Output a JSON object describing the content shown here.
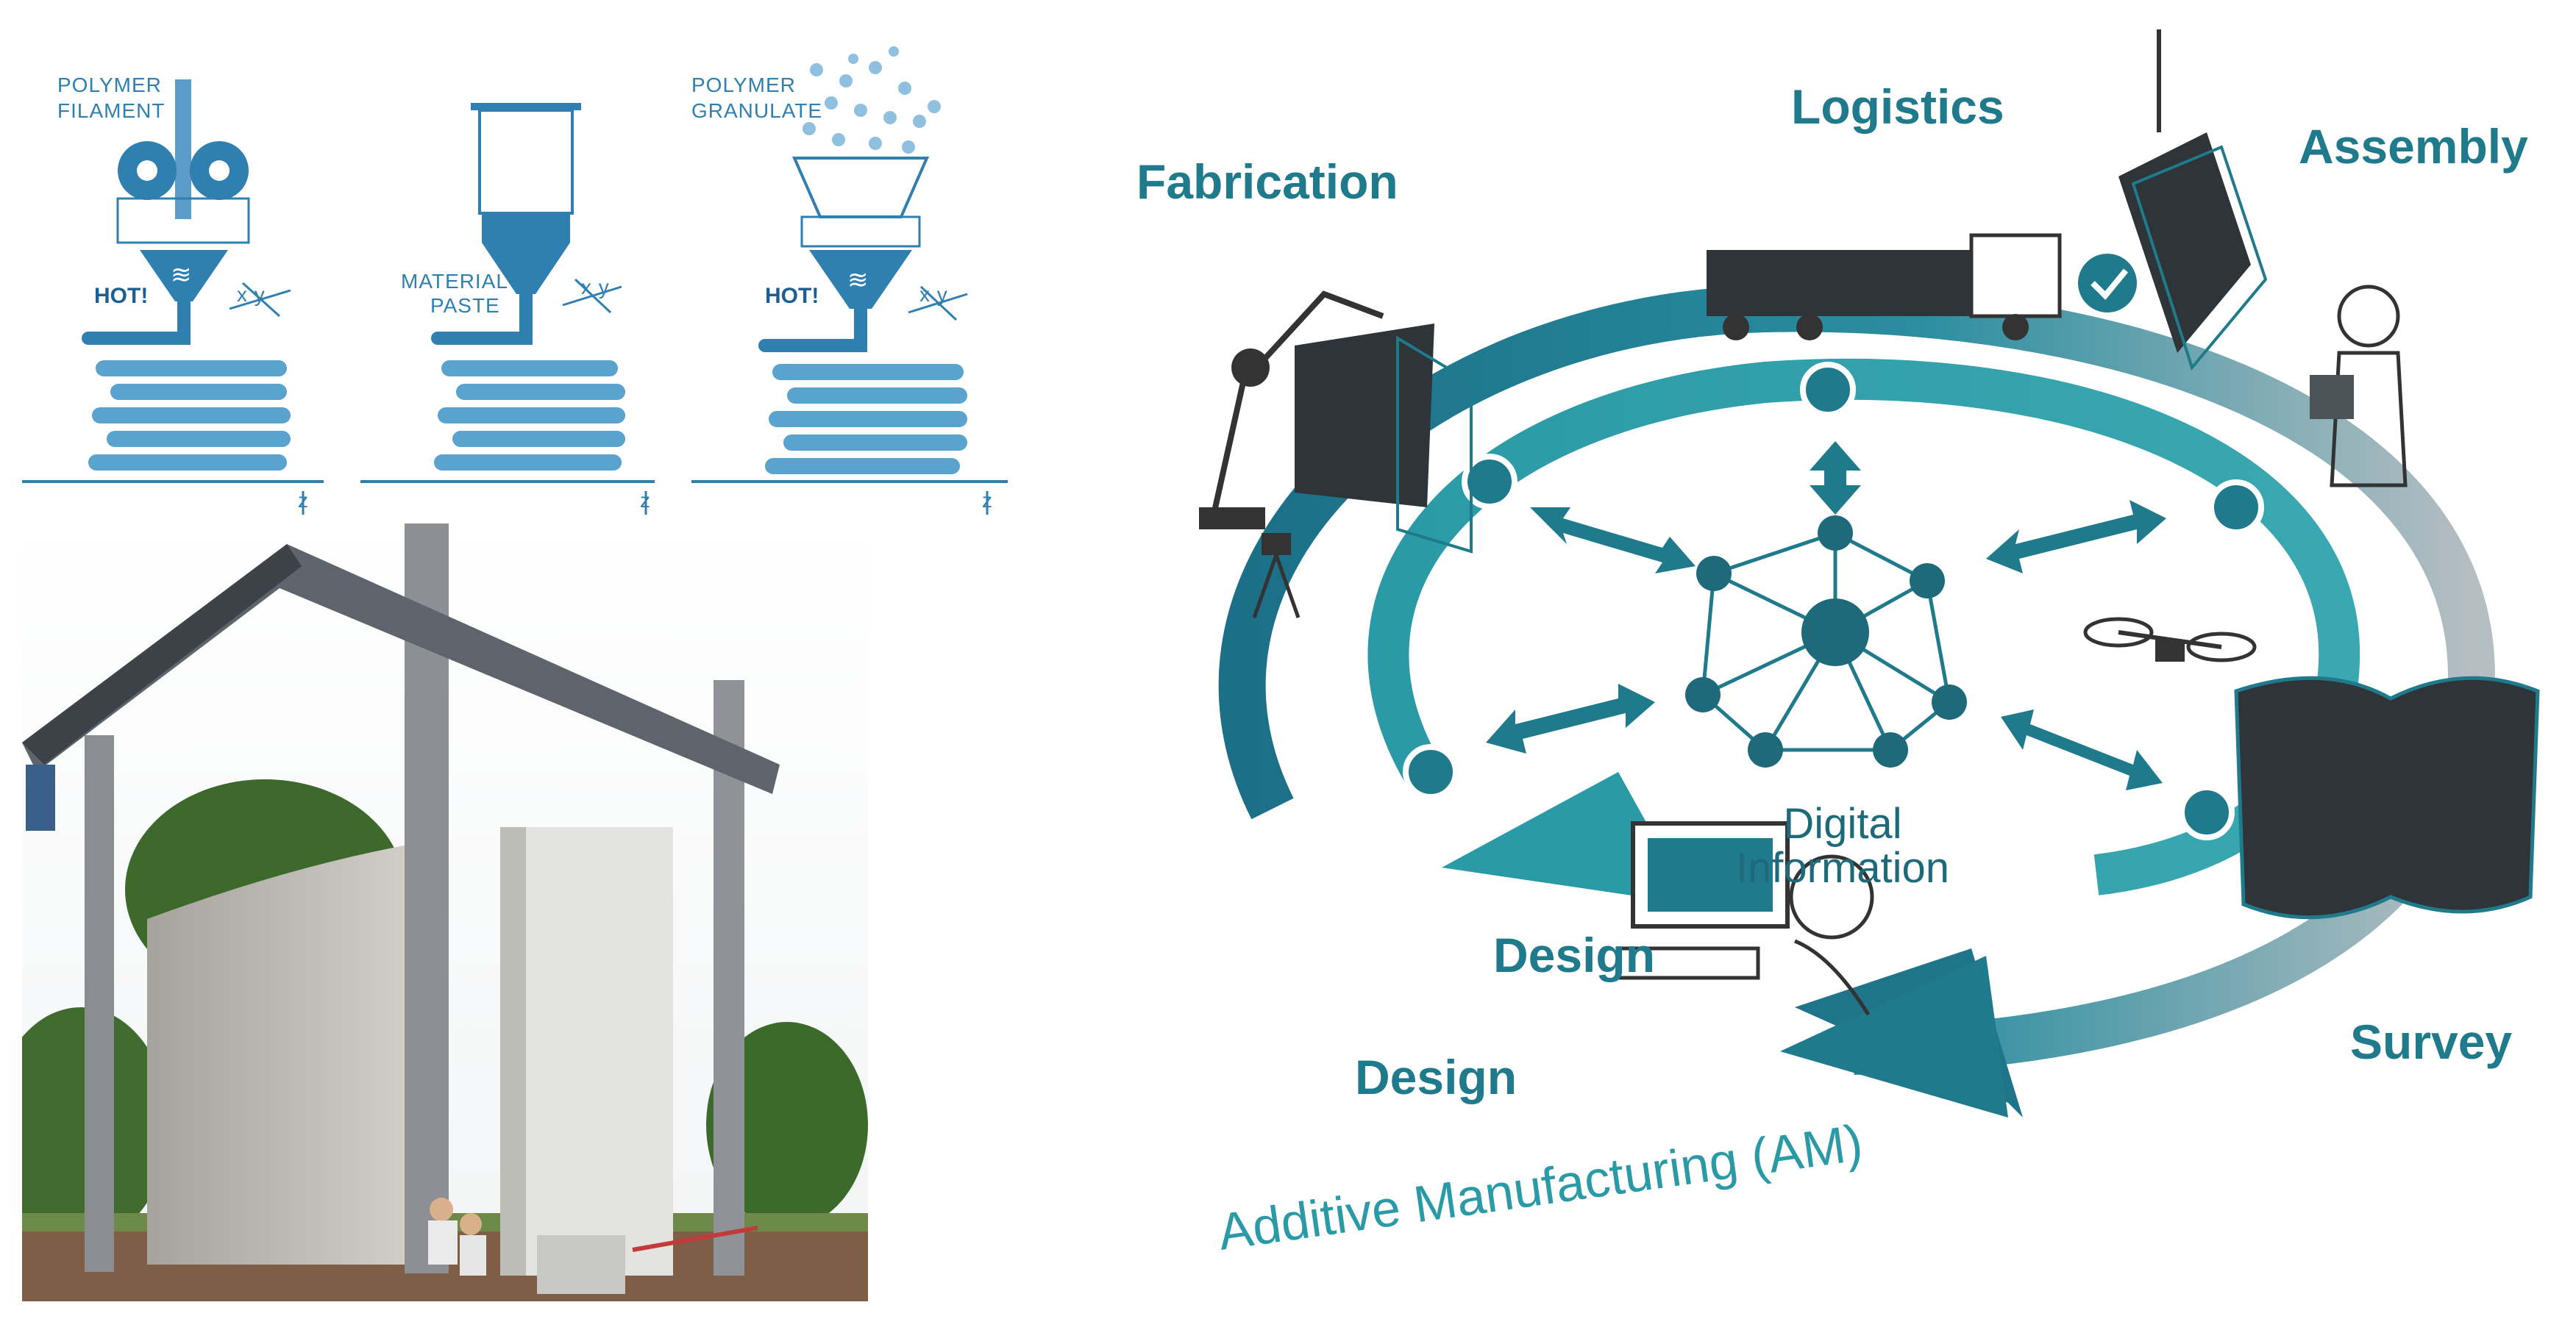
{
  "extrusion": {
    "methods": [
      {
        "label_line1": "POLYMER",
        "label_line2": "FILAMENT",
        "heat_label": "HOT!"
      },
      {
        "label_line1": "MATERIAL",
        "label_line2": "PASTE",
        "heat_label": ""
      },
      {
        "label_line1": "POLYMER",
        "label_line2": "GRANULATE",
        "heat_label": "HOT!"
      }
    ],
    "axis_xy": "x  y",
    "axis_z": "z"
  },
  "cycle": {
    "stages": {
      "logistics": "Logistics",
      "fabrication": "Fabrication",
      "assembly": "Assembly",
      "design_inner": "Design",
      "design_outer": "Design",
      "survey": "Survey"
    },
    "center_line1": "Digital",
    "center_line2": "Information",
    "am_label": "Additive Manufacturing (AM)",
    "colors": {
      "teal_dark": "#1b6f86",
      "teal": "#2a9aa6",
      "grey": "#9aa6ab",
      "blue": "#2f7fb0"
    }
  }
}
